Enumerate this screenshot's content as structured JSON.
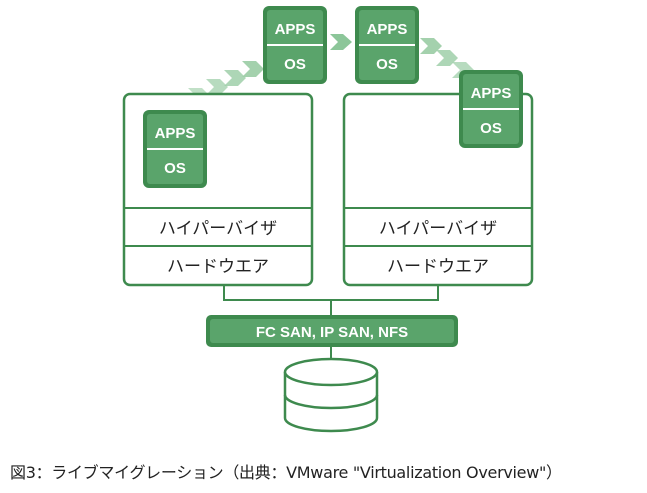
{
  "vm_labels": {
    "apps": "APPS",
    "os": "OS"
  },
  "hosts": [
    {
      "hypervisor": "ハイパーバイザ",
      "hardware": "ハードウエア"
    },
    {
      "hypervisor": "ハイパーバイザ",
      "hardware": "ハードウエア"
    }
  ],
  "storage_network": "FC SAN, IP SAN, NFS",
  "caption": "図3：ライブマイグレーション（出典：VMware \"Virtualization Overview\"）",
  "colors": {
    "green_dark": "#3e8a4e",
    "green_fill": "#5aa46b",
    "green_light": "#a8d5b2",
    "line": "#2e7a3e"
  }
}
